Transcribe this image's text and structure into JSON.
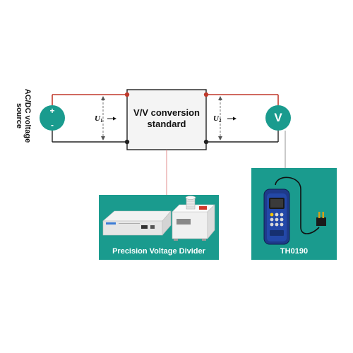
{
  "diagram": {
    "source_label": "AC/DC voltage\nsource",
    "converter_label": "V/V conversion\nstandard",
    "u1_symbol": "U",
    "u1_subscript": "1",
    "u2_symbol": "U",
    "u2_subscript": "2",
    "plus_sign": "+",
    "minus_sign": "-",
    "voltmeter_symbol": "V"
  },
  "panels": {
    "divider": {
      "caption": "Precision Voltage Divider"
    },
    "meter": {
      "caption": "TH0190"
    }
  },
  "colors": {
    "teal": "#1a9b8e",
    "wire_red": "#c0392b",
    "wire_black": "#222222",
    "terminal_red": "#c0392b",
    "leader": "#e08080"
  }
}
